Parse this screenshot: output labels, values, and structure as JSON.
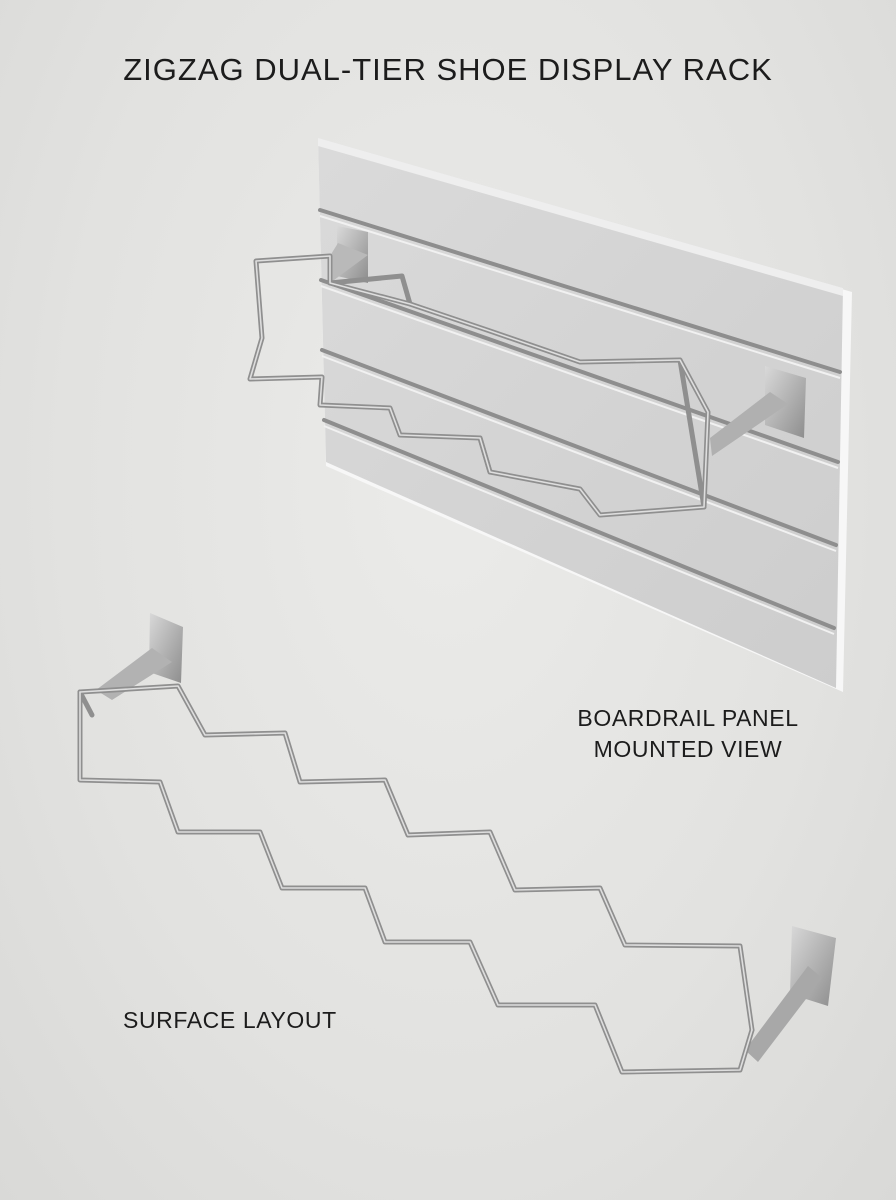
{
  "title": "ZIGZAG DUAL-TIER SHOE DISPLAY RACK",
  "mounted_label_line1": "BOARDRAIL PANEL",
  "mounted_label_line2": "MOUNTED VIEW",
  "surface_label": "SURFACE LAYOUT",
  "colors": {
    "background": "#e4e4e2",
    "panel": "#d3d3d3",
    "panel_groove": "#8e8e8e",
    "wire": "#9a9a9a",
    "wire_highlight": "#d6d6d6",
    "text": "#1c1c1c"
  }
}
